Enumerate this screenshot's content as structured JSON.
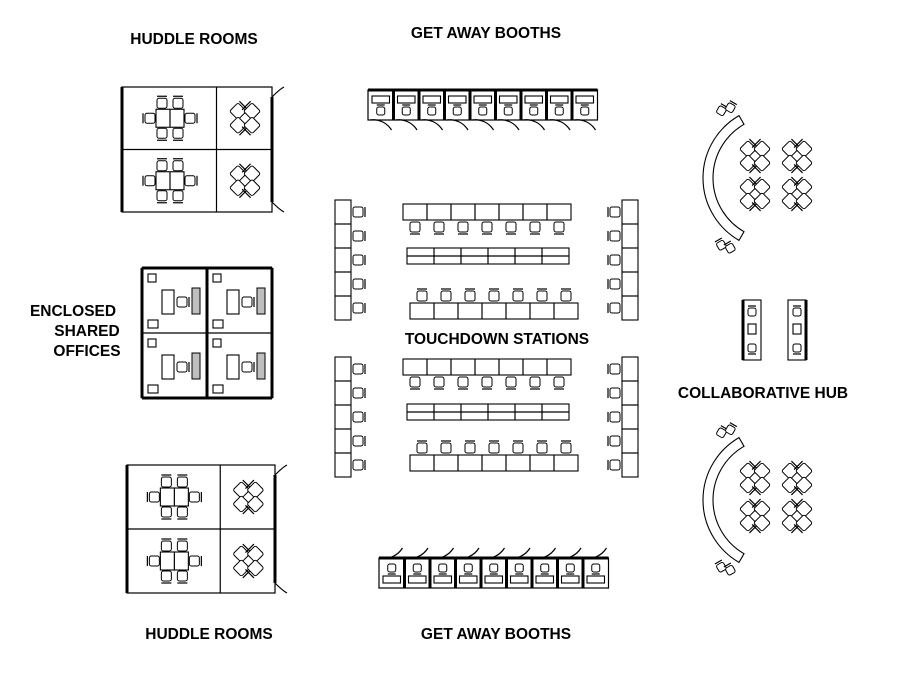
{
  "labels": {
    "huddle_rooms_top": "HUDDLE ROOMS",
    "get_away_booths_top": "GET AWAY BOOTHS",
    "enclosed_line1": "ENCLOSED",
    "enclosed_line2": "SHARED",
    "enclosed_line3": "OFFICES",
    "touchdown_stations": "TOUCHDOWN STATIONS",
    "collaborative_hub": "COLLABORATIVE HUB",
    "huddle_rooms_bottom": "HUDDLE ROOMS",
    "get_away_booths_bottom": "GET AWAY BOOTHS"
  }
}
